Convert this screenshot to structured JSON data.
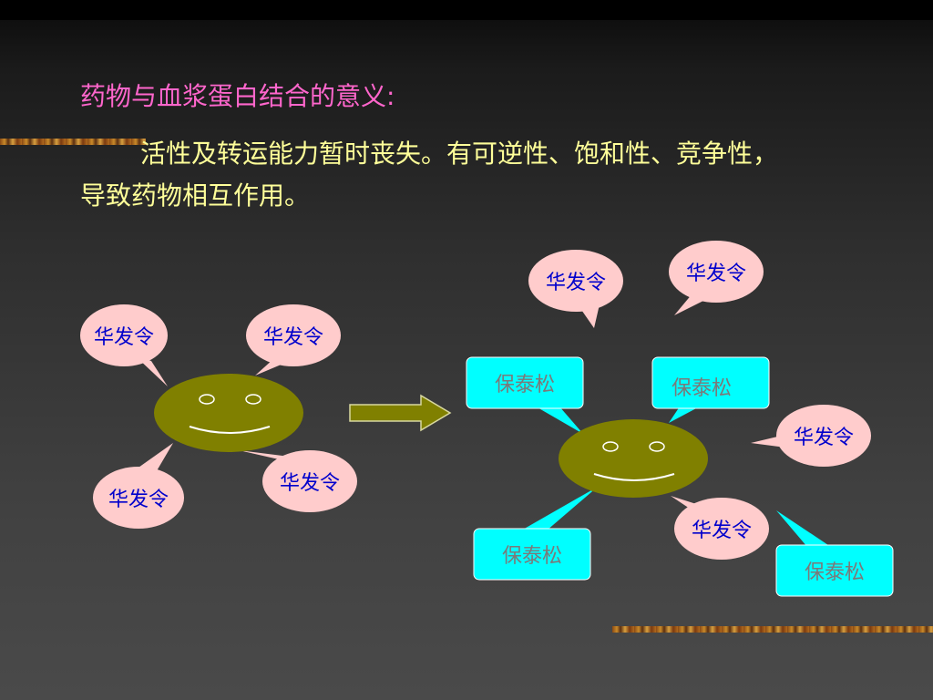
{
  "slide": {
    "heading": "药物与血浆蛋白结合的意义:",
    "paragraph_line1": "活性及转运能力暂时丧失。有可逆性、饱和性、竞争性，",
    "paragraph_line2": "导致药物相互作用。"
  },
  "labels": {
    "warfarin": "华发令",
    "prednisone": "保泰松"
  },
  "colors": {
    "heading": "#ff66cc",
    "paragraph": "#ffff99",
    "smiley_face": "#808000",
    "pink_bubble": "#ffcccc",
    "cyan_bubble": "#00ffff",
    "arrow": "#808000"
  }
}
